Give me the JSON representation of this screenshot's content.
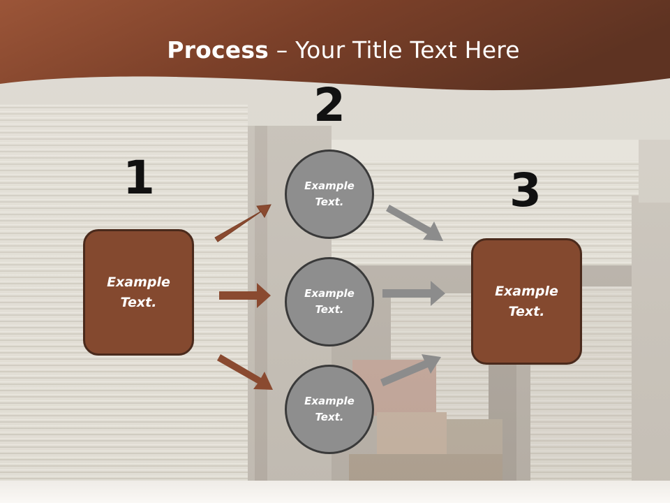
{
  "title": {
    "bold": "Process",
    "rest": " – Your Title Text Here"
  },
  "steps": {
    "one": "1",
    "two": "2",
    "three": "3"
  },
  "box_left": {
    "line1": "Example",
    "line2": "Text."
  },
  "box_right": {
    "line1": "Example",
    "line2": "Text."
  },
  "circles": [
    {
      "line1": "Example",
      "line2": "Text."
    },
    {
      "line1": "Example",
      "line2": "Text."
    },
    {
      "line1": "Example",
      "line2": "Text."
    }
  ],
  "colors": {
    "header_brown": "#8a4a30",
    "box_fill": "#84492f",
    "circle_fill": "#8e8e8e",
    "arrow_brown": "#8a4a30",
    "arrow_gray": "#8c8c8c"
  }
}
